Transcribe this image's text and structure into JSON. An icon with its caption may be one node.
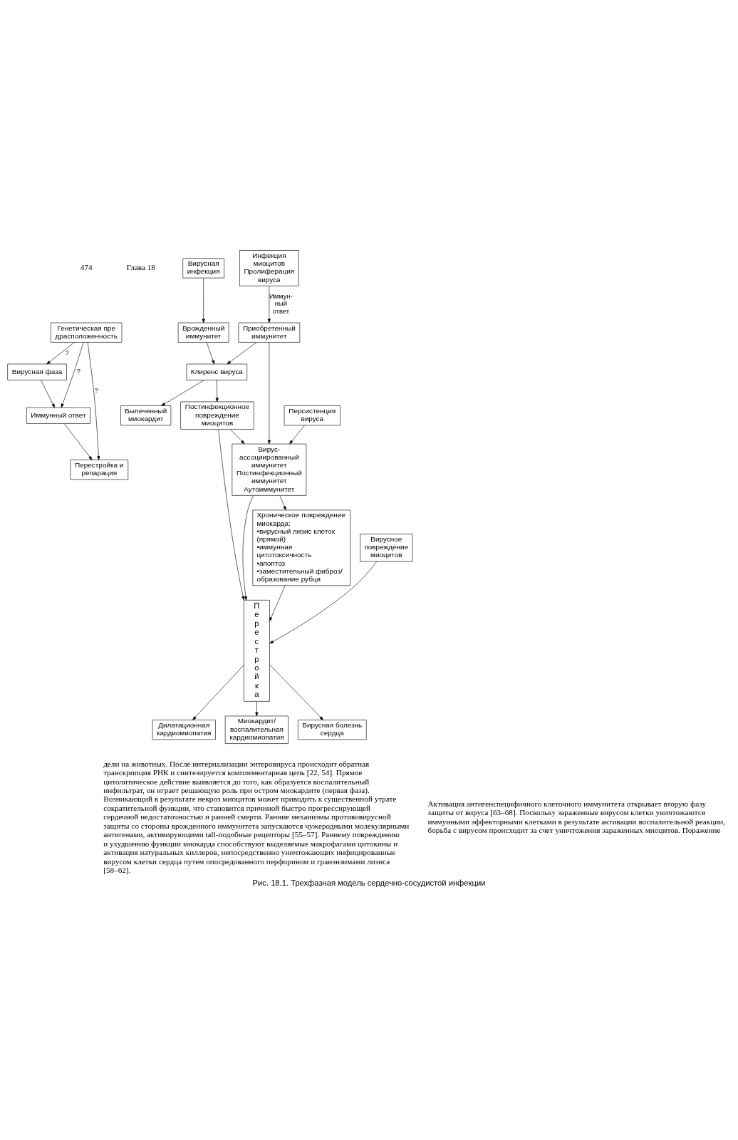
{
  "diagram": {
    "caption": "Рис. 18.1. Трехфазная модель сердечно-сосудистой инфекции",
    "nodes": [
      {
        "text": [
          "Генетическая предрасположенность"
        ]
      },
      {
        "text": [
          "Вирусная фаза"
        ]
      },
      {
        "text": [
          "Иммунный ответ"
        ]
      },
      {
        "text": [
          "Перестройка и репарация"
        ]
      },
      {
        "text": [
          "Вирусная инфекция"
        ]
      },
      {
        "text": [
          "Врожденный иммунитет"
        ]
      },
      {
        "text": [
          "Клиренс вируса"
        ]
      },
      {
        "text": [
          "Вылеченный миокардит"
        ]
      },
      {
        "text": [
          "Инфекция миоцитов",
          "Пролиферация вируса"
        ]
      },
      {
        "text": [
          "Приобретенный иммунитет"
        ]
      },
      {
        "text": [
          "Постинфекционное повреждение миоцитов"
        ]
      },
      {
        "text": [
          "Вирусное повреждение миоцитов"
        ]
      },
      {
        "text": [
          "Перестройка"
        ]
      },
      {
        "text": [
          "Дилатационная кардиомиопатия"
        ]
      },
      {
        "text": [
          "Персистенция вируса"
        ]
      },
      {
        "text": [
          "Вирус-ассоциированный иммунитет",
          "Постинфекционный иммунитет",
          "Аутоиммунитет"
        ]
      },
      {
        "text": [
          "Миокардит/ воспалительная кардиомиопатия"
        ]
      },
      {
        "text": [
          "Хроническое повреждение миокарда:",
          "•вирусный лизис клеток (прямой)",
          "•иммунная цитотоксичность",
          "•апоптоз",
          "•заместительный фиброз/ образование рубца"
        ]
      },
      {
        "text": [
          "Вирусная болезнь сердца"
        ]
      }
    ],
    "edges": [
      {
        "from": 0,
        "to": 1,
        "arrow": "to",
        "label": "?"
      },
      {
        "from": 0,
        "to": 2,
        "arrow": "to",
        "label": "?"
      },
      {
        "from": 0,
        "to": 3,
        "arrow": "to",
        "label": "?"
      },
      {
        "from": 1,
        "to": 2,
        "arrow": "to"
      },
      {
        "from": 2,
        "to": 3,
        "arrow": "to"
      },
      {
        "from": 4,
        "to": 5,
        "arrow": "to"
      },
      {
        "from": 5,
        "to": 6,
        "arrow": "to"
      },
      {
        "from": 6,
        "to": 7,
        "arrow": "to"
      },
      {
        "from": 8,
        "to": 9,
        "arrow": "to",
        "label": "Иммун- ный ответ"
      },
      {
        "from": 9,
        "to": 6,
        "arrow": "to"
      },
      {
        "from": 6,
        "to": 10,
        "arrow": "to"
      },
      {
        "from": 9,
        "to": 15,
        "arrow": "to"
      },
      {
        "from": 10,
        "to": 15,
        "arrow": "to"
      },
      {
        "from": 10,
        "to": 12,
        "arrow": "to"
      },
      {
        "from": 11,
        "to": 12,
        "arrow": "to"
      },
      {
        "from": 14,
        "to": 15,
        "arrow": "to"
      },
      {
        "from": 15,
        "to": 12,
        "arrow": "to"
      },
      {
        "from": 15,
        "to": 17,
        "arrow": "to"
      },
      {
        "from": 17,
        "to": 12,
        "arrow": "to"
      },
      {
        "from": 12,
        "to": 13,
        "arrow": "to"
      },
      {
        "from": 12,
        "to": 16,
        "arrow": "to"
      },
      {
        "from": 12,
        "to": 18,
        "arrow": "to"
      }
    ],
    "labels": [
      "474",
      "Глава 18",
      "дели на животных. После интернализации энтеровируса происходит обратная транскрипция РНК и синтезируется комплементарная цепь [22, 54]. Прямое цитолитическое действие выявляется до того, как образуется воспалительный инфильтрат, он играет решающую роль при остром миокардите (первая фаза). Возникающий в результате некроз миоцитов может приводить к существенной утрате сократительной функции, что становится причиной быстро прогрессирующей сердечной недостаточностью и ранней смерти. Ранние механизмы противовирусной защиты со стороны врожденного иммунитета запускаются чужеродными молекулярными антигенами, активирующими tall-подобные рецепторы [55–57]. Раннему повреждению и ухудшению функции миокарда способствуют выделяемые макрофагами цитокины и активация натуральных киллеров, непосредственно уничтожающих инфицированные вирусом клетки сердца путем опосредованного перфорином и гранэнзимами лизиса [58–62].",
      "Активация антигенспецифичного клеточного иммунитета открывает вторую фазу защиты от вируса [63–68]. Поскольку зараженные вирусом клетки уничтожаются иммунными эффекторными клетками в результате активации воспалительной реакции, борьба с вирусом происходит за счет уничтожения зараженных миоцитов. Поражение"
    ]
  }
}
